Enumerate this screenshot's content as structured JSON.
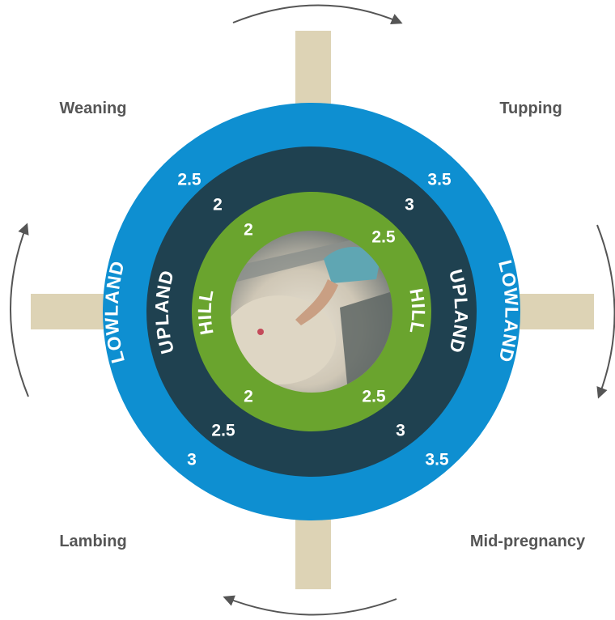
{
  "colors": {
    "lowland": "#0e8fd1",
    "upland": "#1f4150",
    "hill": "#6aa42e",
    "cross": "#ddd3b5",
    "arrow": "#555555",
    "stage_text": "#555555",
    "ring_text": "#ffffff"
  },
  "stages": {
    "weaning": "Weaning",
    "tupping": "Tupping",
    "lambing": "Lambing",
    "mid_pregnancy": "Mid-pregnancy"
  },
  "rings": {
    "lowland": "LOWLAND",
    "upland": "UPLAND",
    "hill": "HILL"
  },
  "scores": {
    "lowland": {
      "tupping": "3.5",
      "mid_pregnancy": "3.5",
      "lambing": "3",
      "weaning": "2.5"
    },
    "upland": {
      "tupping": "3",
      "mid_pregnancy": "3",
      "lambing": "2.5",
      "weaning": "2"
    },
    "hill": {
      "tupping": "2.5",
      "mid_pregnancy": "2.5",
      "lambing": "2",
      "weaning": "2"
    }
  },
  "photo": {
    "subject": "sheep-being-handled-photo"
  }
}
